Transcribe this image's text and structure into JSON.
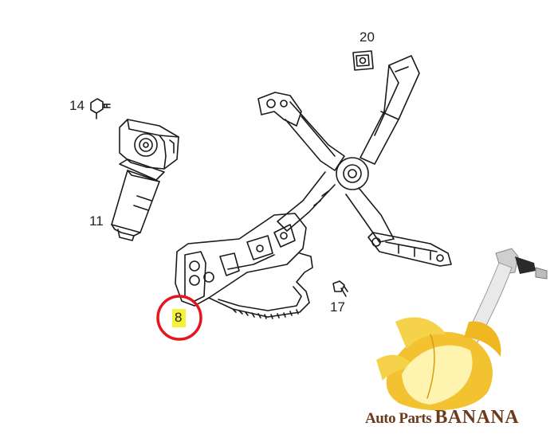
{
  "diagram": {
    "part_labels": {
      "p20": "20",
      "p14": "14",
      "p11": "11",
      "p17": "17",
      "p8": "8"
    },
    "highlighted_part": "8",
    "highlight_color": "#e8141c",
    "highlight_fill": "#f5f03a"
  },
  "brand": {
    "name_part1": "Auto Parts ",
    "name_part2": "BANANA",
    "text_color": "#6b3a1d",
    "banana_color": "#f2c230"
  }
}
